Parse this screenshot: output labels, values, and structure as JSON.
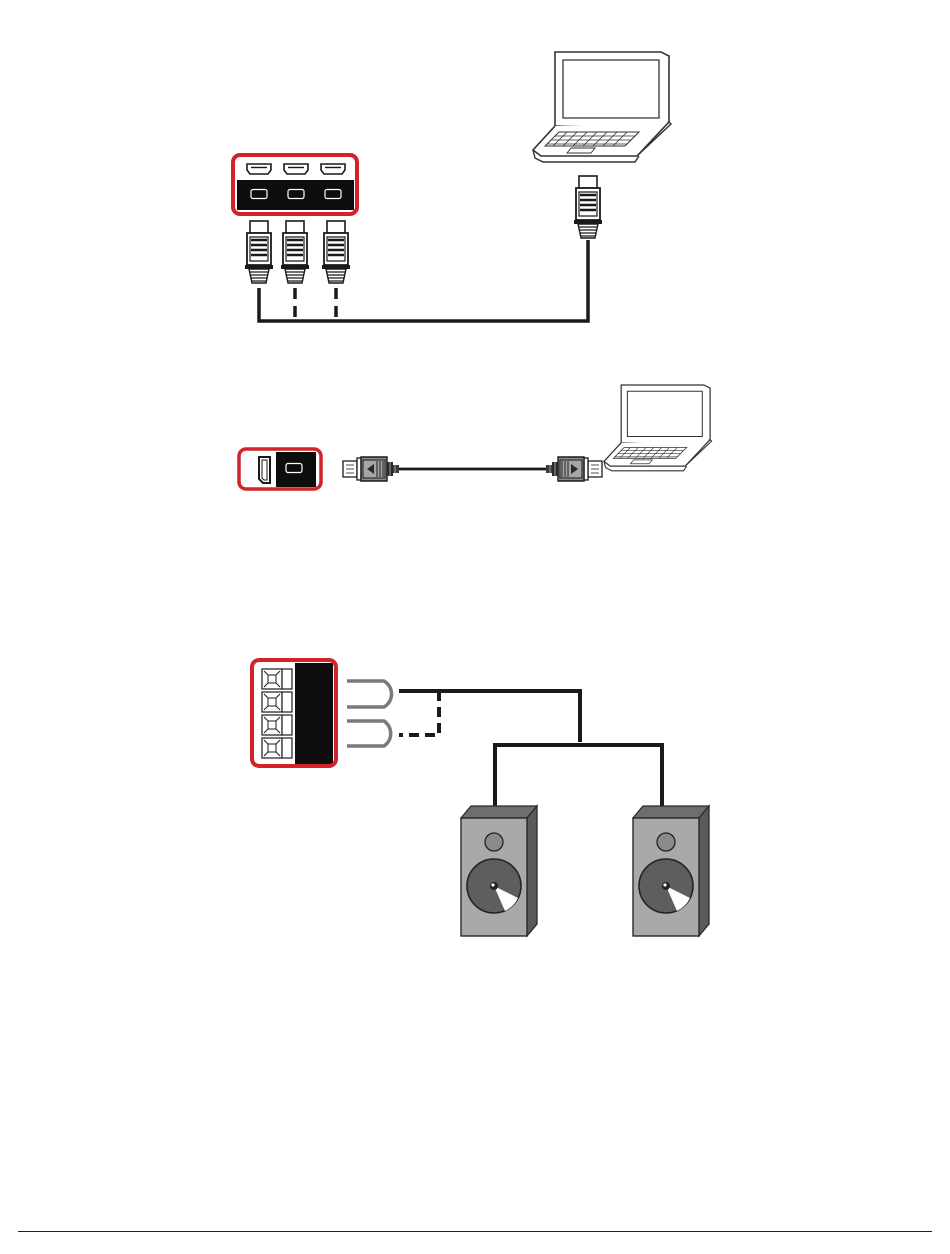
{
  "colors": {
    "highlight": "#d2232a",
    "cable": "#1a1a1a",
    "port_panel": "#0d0d0d",
    "speaker_gray": "#a9a9a9",
    "speaker_dark": "#5e5e5e",
    "wire_gray": "#7a7a7a"
  },
  "figures": [
    {
      "name": "hdmi-connection",
      "ports": 3,
      "connector": "hdmi-plug-icon",
      "device": "laptop-icon"
    },
    {
      "name": "displayport-connection",
      "ports": 1,
      "connector": "displayport-plug-icon",
      "device": "laptop-icon"
    },
    {
      "name": "speaker-connection",
      "terminals": 4,
      "device": "speaker-icon",
      "count": 2
    }
  ]
}
